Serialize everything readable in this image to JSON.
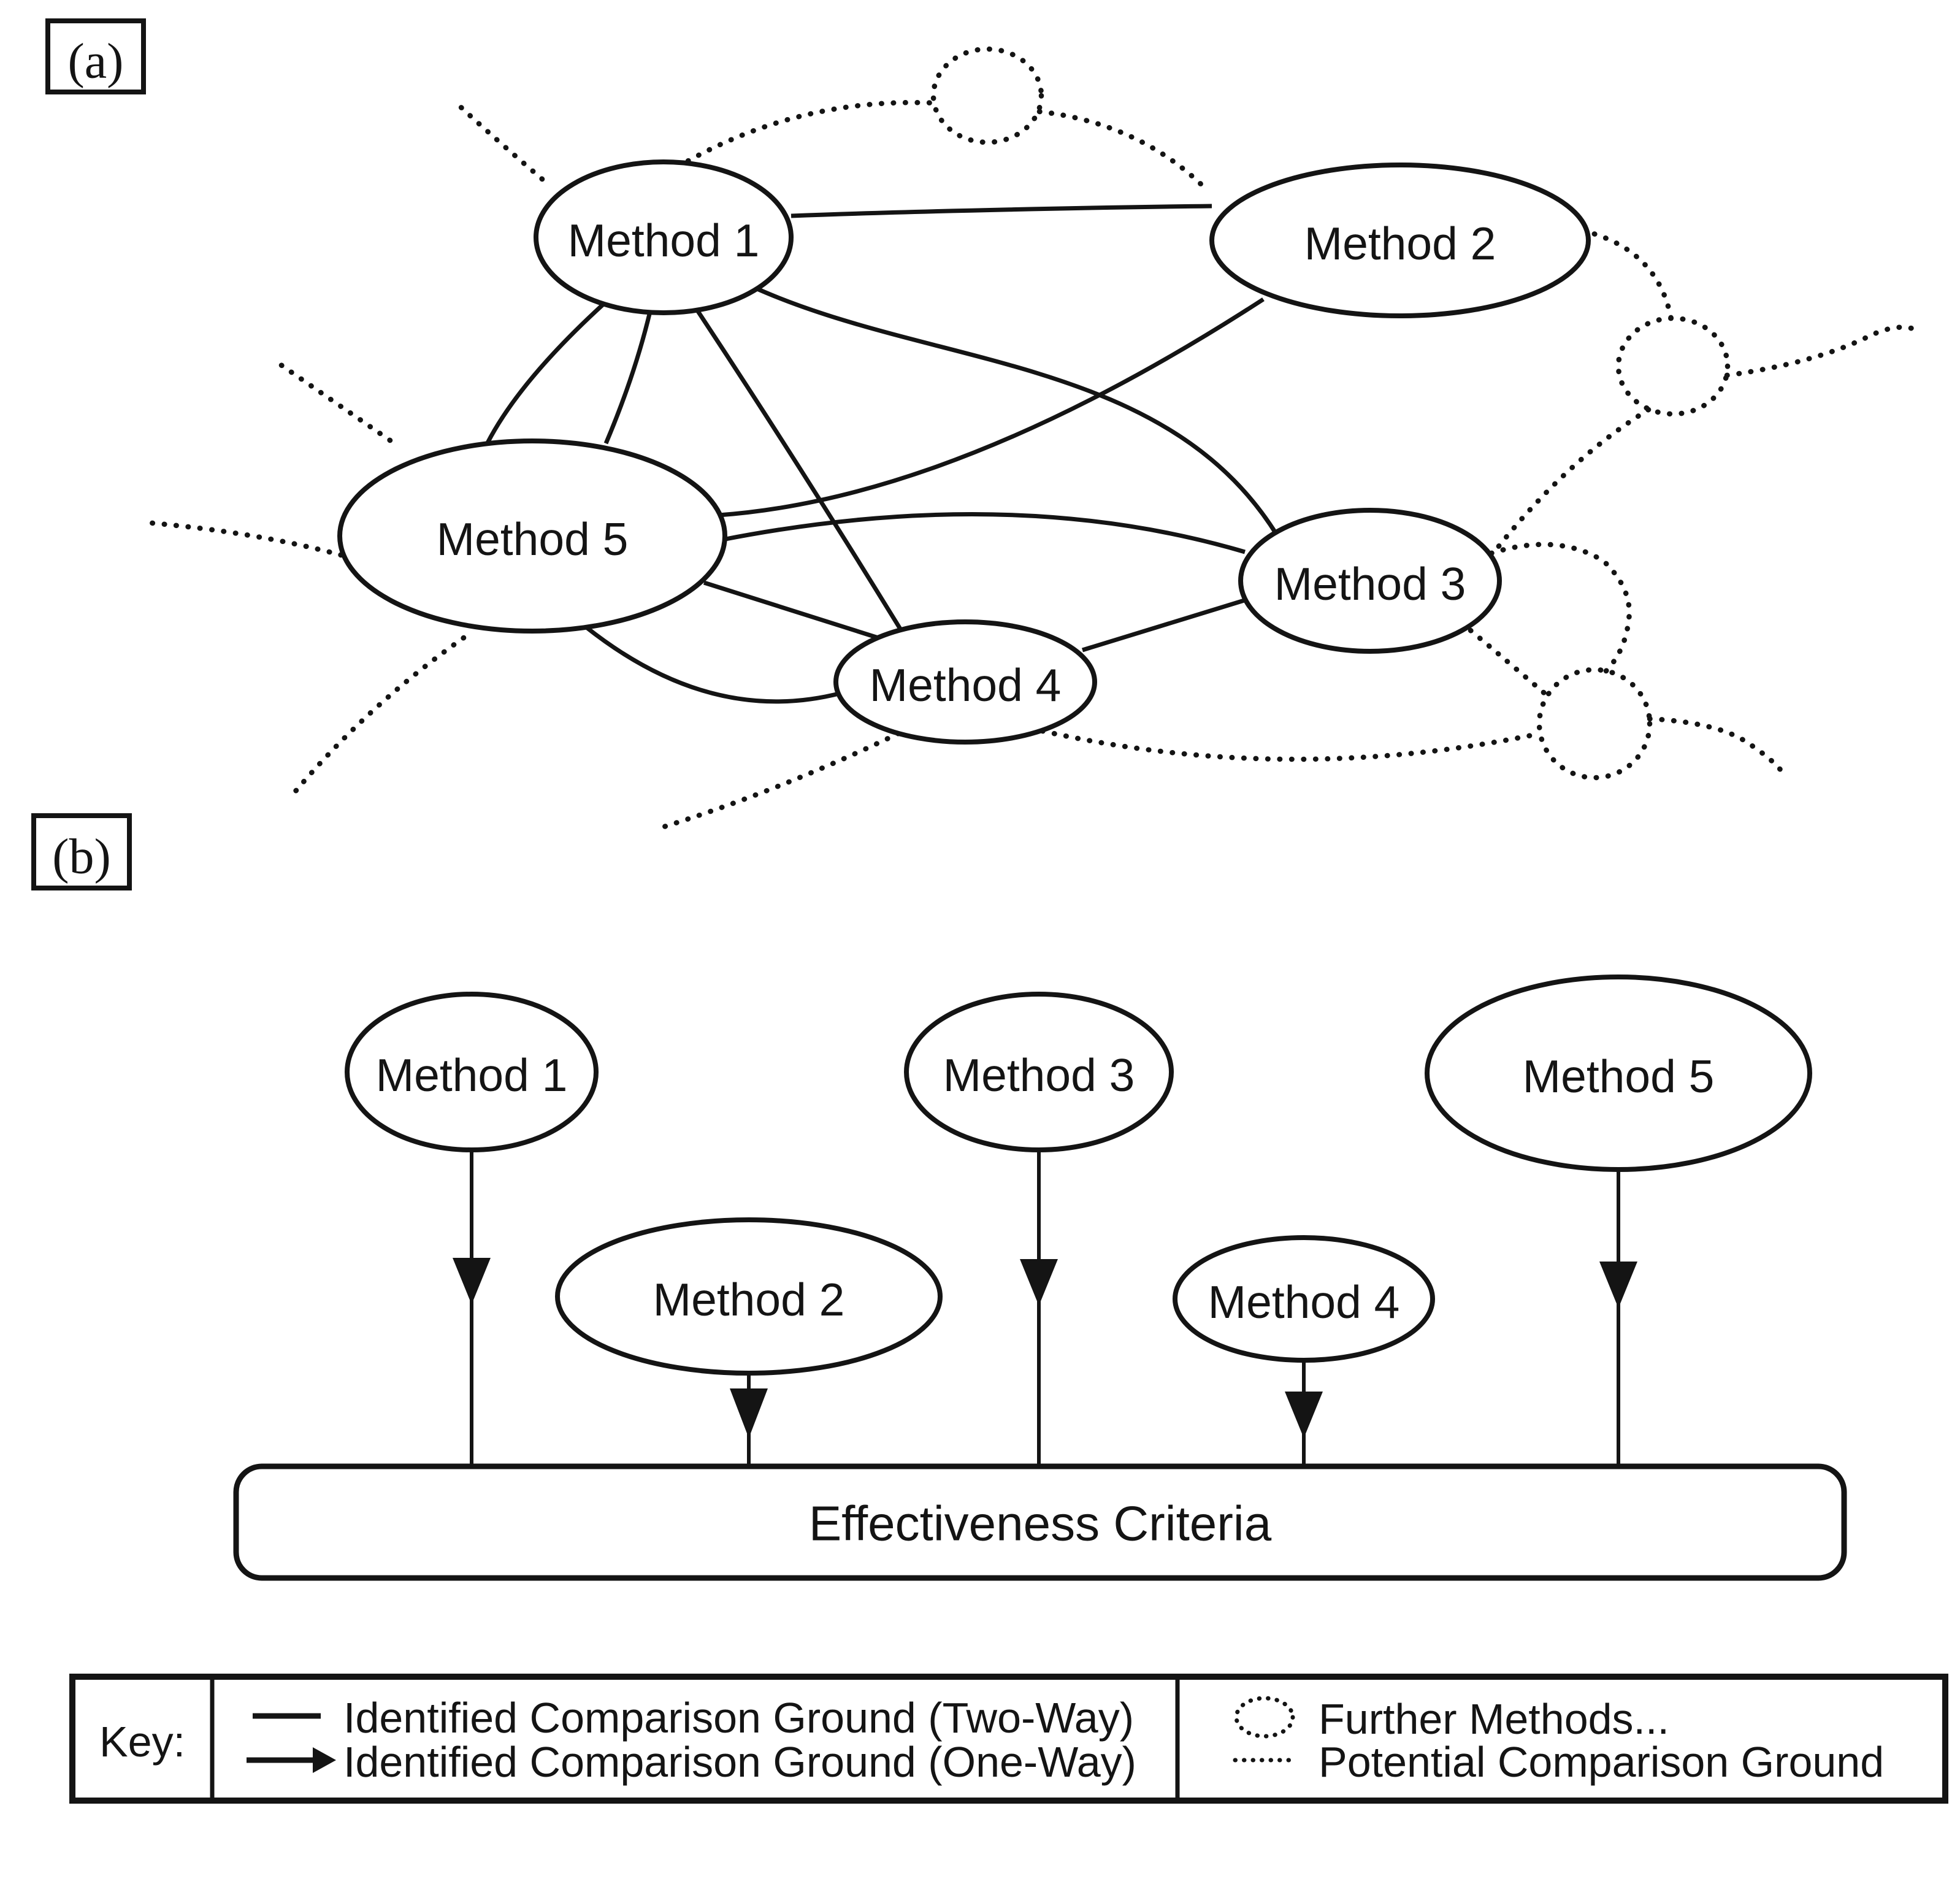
{
  "figure": {
    "panel_a_label": "(a)",
    "panel_b_label": "(b)"
  },
  "panel_a": {
    "description": "Network of identified comparison grounds between methods",
    "nodes": [
      {
        "id": "m1",
        "label": "Method 1"
      },
      {
        "id": "m2",
        "label": "Method 2"
      },
      {
        "id": "m3",
        "label": "Method 3"
      },
      {
        "id": "m4",
        "label": "Method 4"
      },
      {
        "id": "m5",
        "label": "Method 5"
      }
    ],
    "solid_edges": [
      {
        "from": "Method 1",
        "to": "Method 2"
      },
      {
        "from": "Method 1",
        "to": "Method 3"
      },
      {
        "from": "Method 1",
        "to": "Method 4"
      },
      {
        "from": "Method 1",
        "to": "Method 5"
      },
      {
        "from": "Method 1",
        "to": "Method 5"
      },
      {
        "from": "Method 2",
        "to": "Method 5"
      },
      {
        "from": "Method 3",
        "to": "Method 4"
      },
      {
        "from": "Method 3",
        "to": "Method 5"
      },
      {
        "from": "Method 4",
        "to": "Method 5"
      },
      {
        "from": "Method 4",
        "to": "Method 5"
      }
    ],
    "further_method_placeholders": 3,
    "dotted_links": [
      {
        "from": "Method 1",
        "to": "further-methods-top"
      },
      {
        "from": "further-methods-top",
        "to": "Method 2"
      },
      {
        "from": "Method 2",
        "to": "further-methods-right"
      },
      {
        "from": "further-methods-right",
        "to": "Method 3"
      },
      {
        "from": "Method 3",
        "to": "further-methods-bottom-right"
      },
      {
        "from": "Method 4",
        "to": "further-methods-bottom-right"
      },
      {
        "from": "Method 1",
        "to": "off-figure-upper-left"
      },
      {
        "from": "Method 5",
        "to": "off-figure-upper-left"
      },
      {
        "from": "Method 5",
        "to": "off-figure-left"
      },
      {
        "from": "Method 5",
        "to": "off-figure-lower-left"
      },
      {
        "from": "Method 4",
        "to": "off-figure-lower-left"
      },
      {
        "from": "further-methods-right",
        "to": "off-figure-right"
      },
      {
        "from": "further-methods-bottom-right",
        "to": "off-figure-right"
      }
    ]
  },
  "panel_b": {
    "nodes": [
      {
        "id": "m1",
        "label": "Method 1"
      },
      {
        "id": "m2",
        "label": "Method 2"
      },
      {
        "id": "m3",
        "label": "Method 3"
      },
      {
        "id": "m4",
        "label": "Method 4"
      },
      {
        "id": "m5",
        "label": "Method 5"
      }
    ],
    "target_label": "Effectiveness Criteria",
    "one_way_arrows": [
      {
        "from": "Method 1",
        "to": "Effectiveness Criteria"
      },
      {
        "from": "Method 2",
        "to": "Effectiveness Criteria"
      },
      {
        "from": "Method 3",
        "to": "Effectiveness Criteria"
      },
      {
        "from": "Method 4",
        "to": "Effectiveness Criteria"
      },
      {
        "from": "Method 5",
        "to": "Effectiveness Criteria"
      }
    ]
  },
  "key": {
    "title": "Key:",
    "entries": [
      {
        "symbol": "solid-line",
        "label": "Identified Comparison Ground (Two-Way)"
      },
      {
        "symbol": "one-way-arrow",
        "label": "Identified Comparison Ground (One-Way)"
      },
      {
        "symbol": "dotted-circle",
        "label": "Further Methods..."
      },
      {
        "symbol": "dotted-line",
        "label": "Potential Comparison Ground"
      }
    ]
  },
  "colors": {
    "ink": "#141414",
    "background": "#ffffff"
  }
}
